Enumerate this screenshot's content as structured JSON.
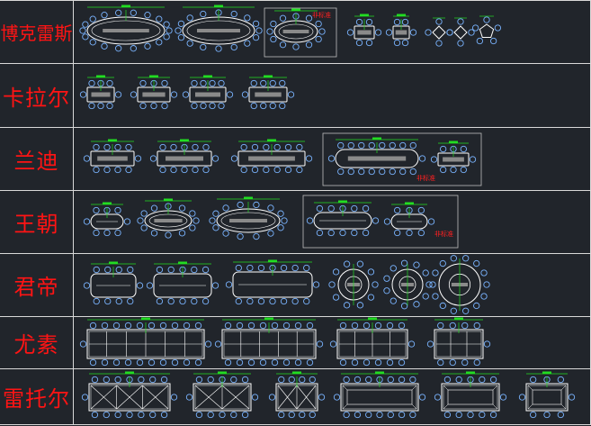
{
  "rows": [
    {
      "label": "博克雷斯",
      "note": "非标准"
    },
    {
      "label": "卡拉尔"
    },
    {
      "label": "兰迪",
      "note": "非标准"
    },
    {
      "label": "王朝",
      "note": "非标准"
    },
    {
      "label": "君帝"
    },
    {
      "label": "尤素"
    },
    {
      "label": "雷托尔"
    }
  ],
  "colors": {
    "background": "#21252b",
    "label_text": "#ff1414",
    "chair": "#7ab4ff",
    "table_outline": "#ffffff",
    "dimension": "#22dd22",
    "note": "#ff2020",
    "frame": "#bfbfbf"
  }
}
